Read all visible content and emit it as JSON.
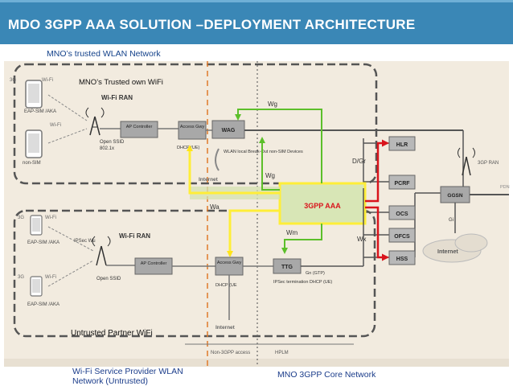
{
  "header": {
    "title": "MDO 3GPP AAA SOLUTION –DEPLOYMENT ARCHITECTURE"
  },
  "labels": {
    "trusted_network": "MNO’s trusted WLAN Network",
    "trusted_wifi": "MNO’s Trusted own WiFi",
    "untrusted_partner": "Untrusted Partner WiFi",
    "wifi_provider": "Wi-Fi Service Provider WLAN Network (Untrusted)",
    "core_network": "MNO 3GPP Core Network"
  },
  "interfaces": {
    "wg_top": "Wg",
    "wg_mid": "Wg",
    "dgr": "D/Gr",
    "wa": "Wa",
    "wm": "Wm",
    "wx": "Wx"
  },
  "nodes": {
    "aaa": "3GPP AAA",
    "wifi_ran_top": "Wi-Fi RAN",
    "wifi_ran_bottom": "Wi-Fi RAN",
    "ap_controller_top": "AP Controller",
    "access_gwy_top": "Access Gwy",
    "wag": "WAG",
    "dhcp_top": "DHCP (UE)",
    "internet_top": "Internet",
    "breakout": "WLAN local Break-Out non-SIM Devices",
    "ap_controller_bottom": "AP Controller",
    "access_gwy_bottom": "Access Gwy",
    "ttg": "TTG",
    "dhcp_bottom": "DHCP (UE",
    "gn_gtp": "Gn (GTP)",
    "ipsec_term": "IPSec termination DHCP (UE)",
    "internet_bottom": "Internet",
    "hlr": "HLR",
    "pcrf": "PCRF",
    "ocs": "OCS",
    "ofcs": "OFCS",
    "hss": "HSS",
    "ggsn": "GGSN",
    "gi": "Gi",
    "internet_right": "Internet",
    "non3gpp": "Non-3GPP access",
    "hplm": "HPLM",
    "eap_sim_top": "EAP-SIM /AKA",
    "non_sim": "non-SIM",
    "eap_sim_bottom_1": "EAP-SIM /AKA",
    "eap_sim_bottom_2": "EAP-SIM /AKA",
    "ssid_top_1": "Open SSID",
    "ssid_top_2": "802.1x",
    "ssid_bottom": "Open SSID",
    "ipsec_wu": "IPSec Wu",
    "wifi_1": "Wi-Fi",
    "wifi_2": "Wi-Fi",
    "wifi_3": "Wi-Fi",
    "wifi_4": "Wi-Fi",
    "threeg_1": "3G",
    "threeg_2": "3G",
    "threeg_3": "3G",
    "gpp_right": "3GP RAN",
    "pdn_right": "PDN"
  },
  "colors": {
    "header_bg": "#3a87b6",
    "diagram_bg": "#f2ebdf",
    "wg": "#5cbf2a",
    "wa": "#ffee38",
    "wx": "#d9141c",
    "aaa_text": "#d9141c",
    "aaa_fill": "#d8e6b6",
    "boundary": "#e07a2a"
  }
}
